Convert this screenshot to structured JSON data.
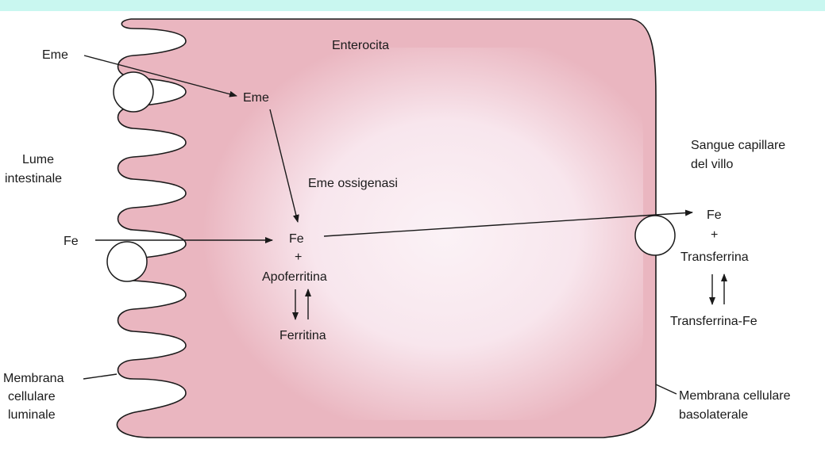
{
  "colors": {
    "top_band": "#c9f7f0",
    "cell_fill": "#eab6c0",
    "cell_inner": "#fbf2f6",
    "cell_outline": "#1a1a1a",
    "text": "#1a1a1a"
  },
  "labels": {
    "enterocita": "Enterocita",
    "eme_lumen": "Eme",
    "eme_cell": "Eme",
    "eme_ossigenasi": "Eme ossigenasi",
    "lume_line1": "Lume",
    "lume_line2": "intestinale",
    "fe_lumen": "Fe",
    "fe_cell": "Fe",
    "plus_cell": "+",
    "apoferritina": "Apoferritina",
    "ferritina": "Ferritina",
    "sangue_line1": "Sangue capillare",
    "sangue_line2": "del villo",
    "fe_blood": "Fe",
    "plus_blood": "+",
    "transferrina": "Transferrina",
    "transferrina_fe": "Transferrina-Fe",
    "membrana_luminale_line1": "Membrana",
    "membrana_luminale_line2": "cellulare",
    "membrana_luminale_line3": "luminale",
    "membrana_basolaterale_line1": "Membrana cellulare",
    "membrana_basolaterale_line2": "basolaterale"
  }
}
